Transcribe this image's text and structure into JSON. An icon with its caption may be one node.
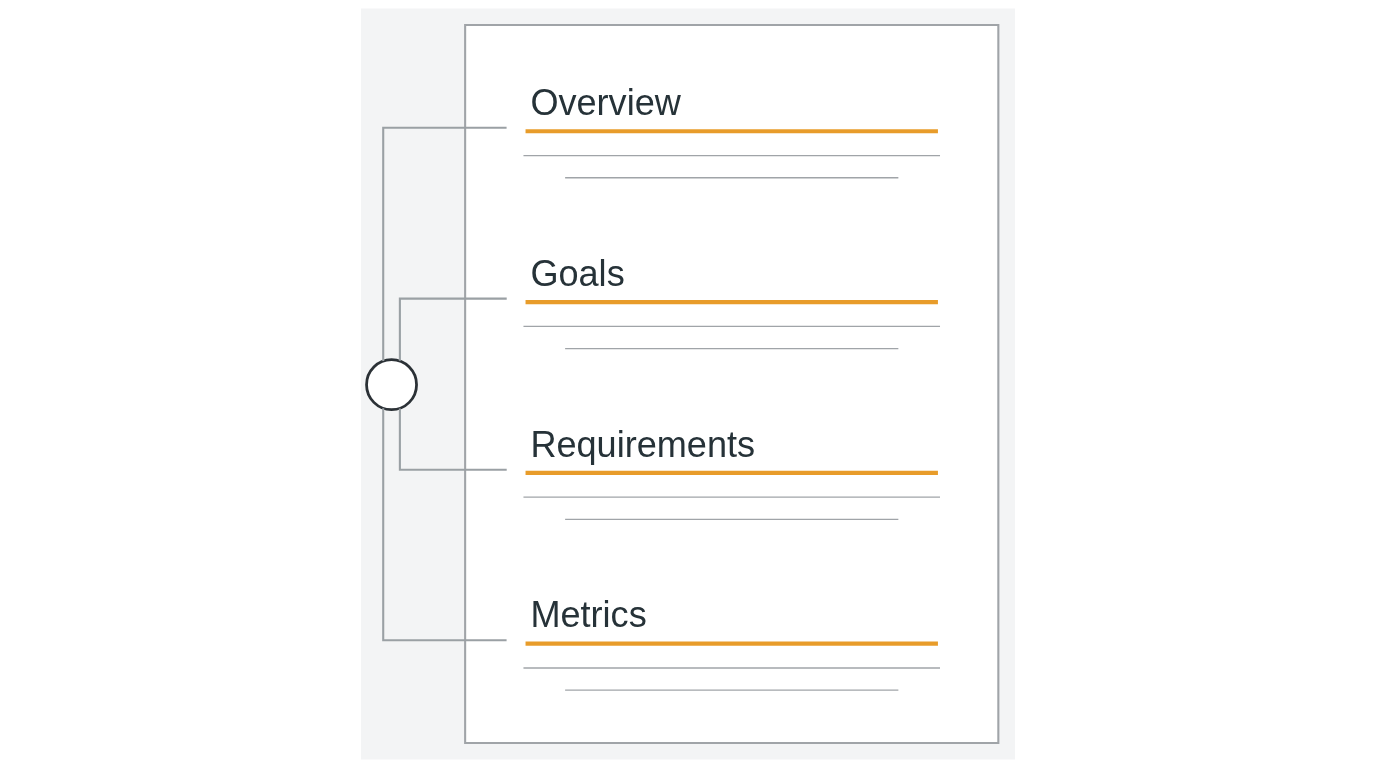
{
  "diagram": {
    "nodes": [
      {
        "text": [],
        "shape": "person"
      },
      {
        "text": [],
        "shape": "box"
      },
      {
        "text": [
          "Overview"
        ],
        "in": 1
      },
      {
        "text": [
          "Goals"
        ],
        "in": 1
      },
      {
        "text": [
          "Requirements"
        ],
        "in": 1
      },
      {
        "text": [
          "Metrics"
        ],
        "in": 1
      }
    ],
    "edges": [
      {
        "from": 0,
        "to": 2,
        "arrow": "none"
      },
      {
        "from": 0,
        "to": 3,
        "arrow": "none"
      },
      {
        "from": 0,
        "to": 4,
        "arrow": "none"
      },
      {
        "from": 0,
        "to": 5,
        "arrow": "none"
      }
    ]
  }
}
